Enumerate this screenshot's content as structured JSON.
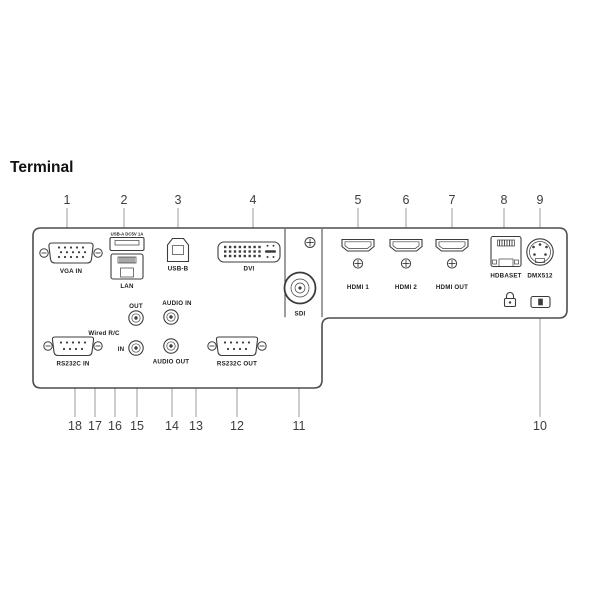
{
  "title": "Terminal",
  "panel": {
    "labels": {
      "vga_in": "VGA IN",
      "usb_a_spec": "USB-A DC5V 1A",
      "lan": "LAN",
      "usb_b": "USB-B",
      "dvi": "DVI",
      "hdmi_1": "HDMI 1",
      "hdmi_2": "HDMI 2",
      "hdmi_out": "HDMI OUT",
      "hdbaset": "HDBASET",
      "dmx512": "DMX512",
      "sdi": "SDI",
      "audio_in": "AUDIO IN",
      "audio_out": "AUDIO OUT",
      "wired_rc": "Wired R/C",
      "rc_out": "OUT",
      "rc_in": "IN",
      "rs232c_in": "RS232C IN",
      "rs232c_out": "RS232C OUT"
    }
  },
  "callouts": {
    "top": [
      "1",
      "2",
      "3",
      "4",
      "5",
      "6",
      "7",
      "8",
      "9"
    ],
    "bottom": [
      "18",
      "17",
      "16",
      "15",
      "14",
      "13",
      "12",
      "11",
      "10"
    ]
  }
}
